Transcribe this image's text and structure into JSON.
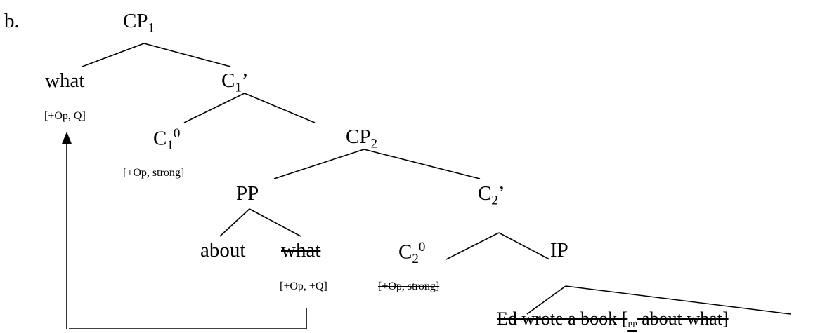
{
  "label": "b.",
  "nodes": {
    "cp1": {
      "base": "CP",
      "sub": "1"
    },
    "c1bar": {
      "base": "C",
      "sub": "1",
      "prime": "’"
    },
    "c1_0": {
      "base": "C",
      "sub": "1",
      "sup": "0"
    },
    "cp2": {
      "base": "CP",
      "sub": "2"
    },
    "pp": {
      "base": "PP"
    },
    "c2bar": {
      "base": "C",
      "sub": "2",
      "prime": "’"
    },
    "c2_0": {
      "base": "C",
      "sub": "2",
      "sup": "0"
    },
    "ip": {
      "base": "IP"
    }
  },
  "words": {
    "what_top": "what",
    "about": "about",
    "what_low": "what"
  },
  "features": {
    "what_top": "[+Op, Q]",
    "c1_0": "[+Op, strong]",
    "what_low": "[+Op, +Q]",
    "c2_0": "[+Op, strong]"
  },
  "ip_content": {
    "before": "Ed wrote a book [",
    "label": "PP",
    "after": " about what]"
  }
}
